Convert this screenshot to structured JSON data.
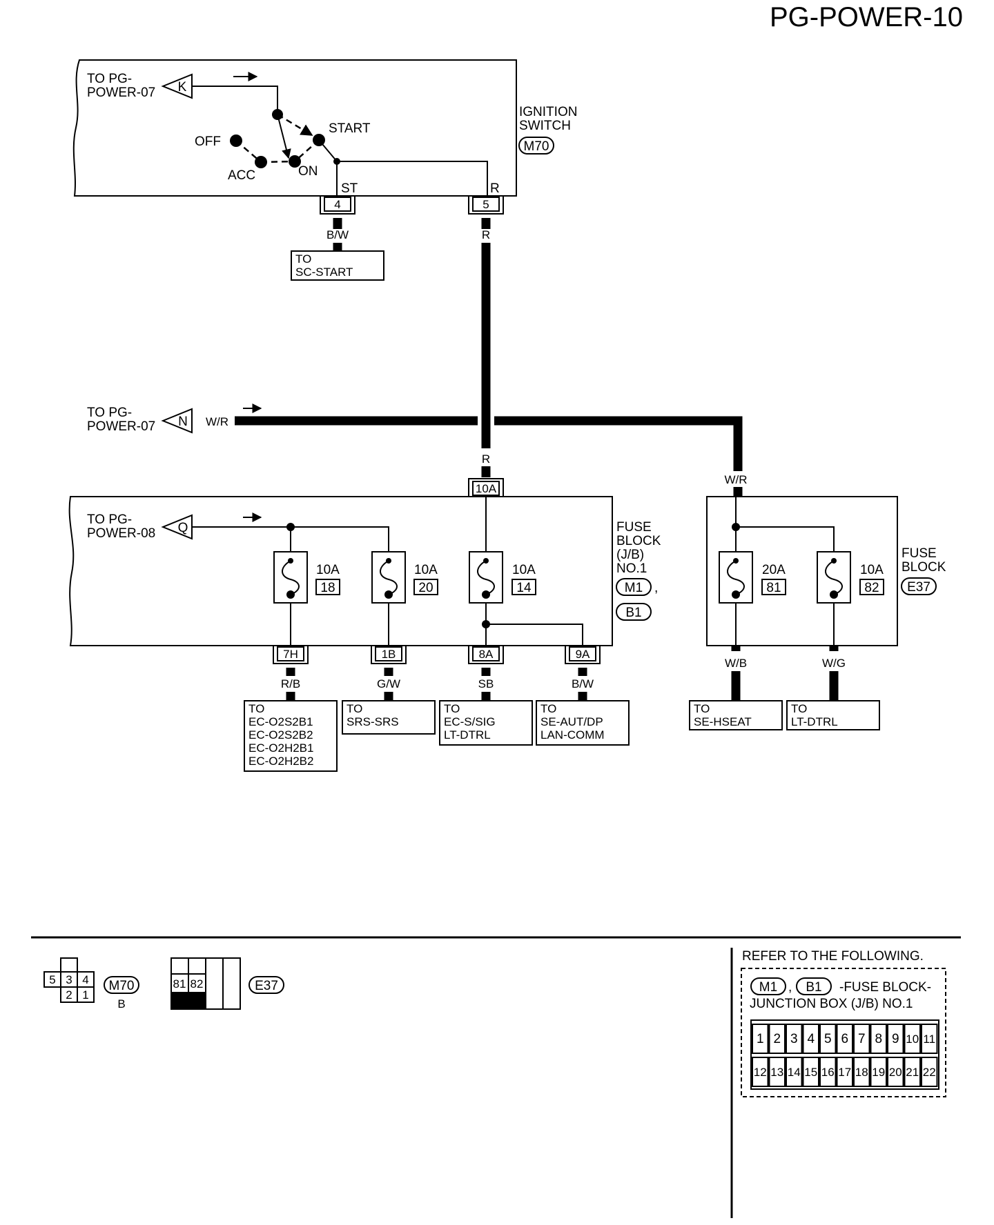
{
  "page_id": "PG-POWER-10",
  "ignition_switch": {
    "label_line1": "IGNITION",
    "label_line2": "SWITCH",
    "connector": "M70",
    "off": "OFF",
    "acc": "ACC",
    "on": "ON",
    "start": "START",
    "term_st": "ST",
    "term_r": "R",
    "pin_st": "4",
    "pin_r": "5"
  },
  "offpage": {
    "k": {
      "line1": "TO PG-",
      "line2": "POWER-07",
      "letter": "K"
    },
    "n": {
      "line1": "TO PG-",
      "line2": "POWER-07",
      "letter": "N"
    },
    "q": {
      "line1": "TO PG-",
      "line2": "POWER-08",
      "letter": "Q"
    }
  },
  "wires": {
    "bw_start": "B/W",
    "r_top": "R",
    "wr_left": "W/R",
    "r_mid": "R",
    "wr_right": "W/R",
    "rb": "R/B",
    "gw": "G/W",
    "sb": "SB",
    "bw": "B/W",
    "wb": "W/B",
    "wg": "W/G"
  },
  "to_sc_start": {
    "line1": "TO",
    "line2": "SC-START"
  },
  "fuse_block1": {
    "label": [
      "FUSE",
      "BLOCK",
      "(J/B)",
      "NO.1"
    ],
    "connectors": [
      "M1",
      "B1"
    ],
    "input_pin": "10A",
    "fuses": [
      {
        "amp": "10A",
        "num": "18"
      },
      {
        "amp": "10A",
        "num": "20"
      },
      {
        "amp": "10A",
        "num": "14"
      }
    ],
    "pins": [
      "7H",
      "1B",
      "8A",
      "9A"
    ]
  },
  "fuse_block2": {
    "label": [
      "FUSE",
      "BLOCK"
    ],
    "connector": "E37",
    "fuses": [
      {
        "amp": "20A",
        "num": "81"
      },
      {
        "amp": "10A",
        "num": "82"
      }
    ]
  },
  "destinations": {
    "d1": [
      "TO",
      "EC-O2S2B1",
      "EC-O2S2B2",
      "EC-O2H2B1",
      "EC-O2H2B2"
    ],
    "d2": [
      "TO",
      "SRS-SRS"
    ],
    "d3": [
      "TO",
      "EC-S/SIG",
      "LT-DTRL"
    ],
    "d4": [
      "TO",
      "SE-AUT/DP",
      "LAN-COMM"
    ],
    "d5": [
      "TO",
      "SE-HSEAT"
    ],
    "d6": [
      "TO",
      "LT-DTRL"
    ]
  },
  "connector_views": {
    "m70": {
      "cells_top": [
        "5",
        "3",
        "4"
      ],
      "cells_bottom": [
        "2",
        "1"
      ],
      "tag": "M70",
      "color": "B"
    },
    "e37": {
      "cells": [
        "81",
        "82"
      ],
      "tag": "E37"
    }
  },
  "refer": {
    "title": "REFER TO THE FOLLOWING.",
    "c1": "M1",
    "c2": "B1",
    "line1": "-FUSE BLOCK-",
    "line2": "JUNCTION BOX (J/B) NO.1",
    "row1": [
      "1",
      "2",
      "3",
      "4",
      "5",
      "6",
      "7",
      "8",
      "9",
      "10",
      "11"
    ],
    "row2": [
      "12",
      "13",
      "14",
      "15",
      "16",
      "17",
      "18",
      "19",
      "20",
      "21",
      "22"
    ]
  }
}
